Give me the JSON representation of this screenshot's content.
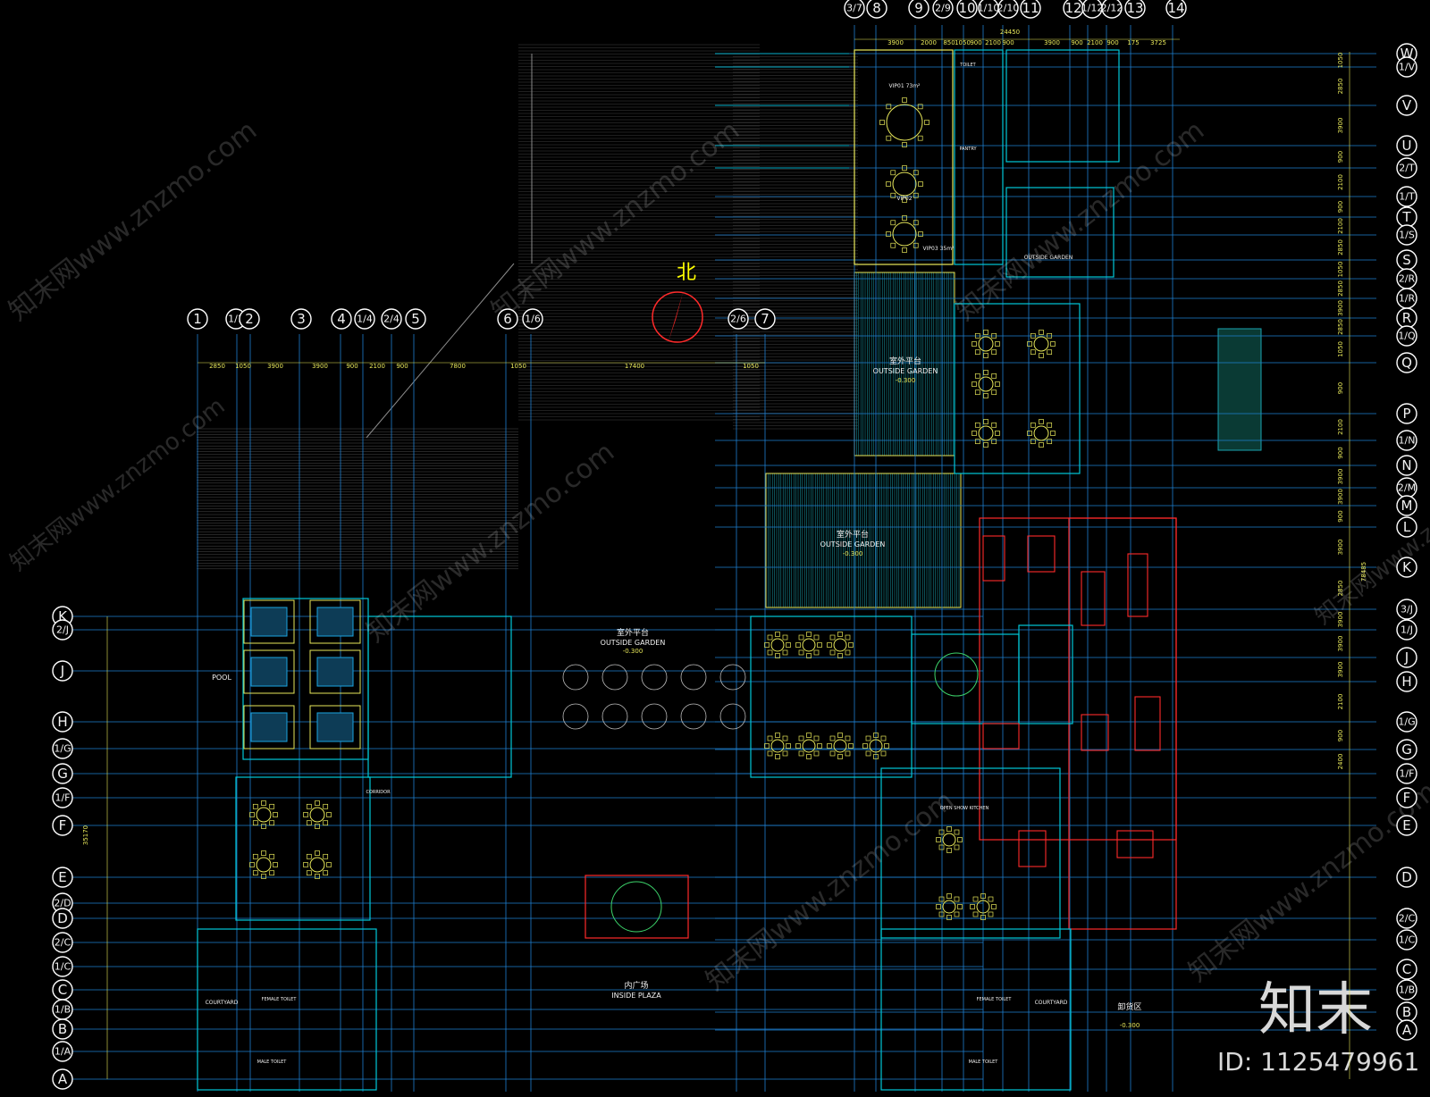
{
  "drawing": {
    "north_label": "北",
    "top_grid": [
      "3/7",
      "8",
      "9",
      "2/9",
      "10",
      "1/10",
      "2/10",
      "11",
      "12",
      "1/12",
      "2/12",
      "13",
      "14"
    ],
    "left_grid": [
      "1",
      "1/1",
      "2",
      "3",
      "4",
      "1/4",
      "2/4",
      "5",
      "6",
      "1/6",
      "2/6",
      "7"
    ],
    "right_axis_labels": [
      "W",
      "1/V",
      "V",
      "U",
      "2/T",
      "1/T",
      "T",
      "1/S",
      "S",
      "2/R",
      "1/R",
      "R",
      "1/Q",
      "Q",
      "P",
      "1/N",
      "N",
      "2/M",
      "M",
      "L",
      "K",
      "3/J",
      "1/J",
      "J",
      "H",
      "1/G",
      "G",
      "1/F",
      "F",
      "E",
      "D",
      "2/C",
      "1/C",
      "C",
      "1/B",
      "B",
      "A"
    ],
    "left_axis_labels": [
      "K",
      "2/J",
      "J",
      "H",
      "1/G",
      "G",
      "1/F",
      "F",
      "E",
      "2/D",
      "D",
      "2/C",
      "1/C",
      "C",
      "1/B",
      "B",
      "1/A",
      "A"
    ],
    "top_dims": [
      "3900",
      "2000",
      "850",
      "1050",
      "900",
      "2100",
      "900",
      "3900",
      "900",
      "2100",
      "900",
      "175",
      "3725"
    ],
    "top_total": "24450",
    "left_dims": [
      "2850",
      "1050",
      "3900",
      "3900",
      "900",
      "2100",
      "900",
      "7800",
      "1050",
      "17400",
      "1050"
    ],
    "right_dims": [
      "1050",
      "2850",
      "3900",
      "900",
      "2100",
      "900",
      "2100",
      "2850",
      "1050",
      "2850",
      "3900",
      "2850",
      "1050",
      "900",
      "2100",
      "900",
      "3900",
      "3900",
      "900",
      "3900",
      "2850",
      "3900",
      "3900",
      "3900",
      "2100",
      "900",
      "2400"
    ],
    "right_total": "78485",
    "left_total": "35170",
    "rooms": {
      "vip01": "VIP01 73m²",
      "vip02": "VIP02",
      "vip03": "VIP03 35m²",
      "outside_garden_cn": "室外平台",
      "outside_garden": "OUTSIDE GARDEN",
      "outside_garden_sm": "OUTSIDE GARDEN",
      "inside_plaza_cn": "内广场",
      "inside_plaza": "INSIDE PLAZA",
      "unloading_cn": "卸货区",
      "pool": "POOL",
      "courtyard": "COURTYARD",
      "female_toilet": "FEMALE TOILET",
      "male_toilet": "MALE TOILET",
      "corridor": "CORRIDOR",
      "open_kitchen": "OPEN SHOW KITCHEN",
      "toilet": "TOILET",
      "pantry": "PANTRY"
    },
    "level_mark": "-0.300",
    "watermark": "知末网www.znzmo.com",
    "brand": {
      "logo_text": "知末",
      "id_text": "ID: 1125479961"
    },
    "colors": {
      "axis_blue": "#1e7fd0",
      "cyan": "#00c8d8",
      "yellow": "#e8e85a",
      "red": "#ff2a2a",
      "magenta": "#ff40ff",
      "green": "#3cd26a"
    }
  }
}
